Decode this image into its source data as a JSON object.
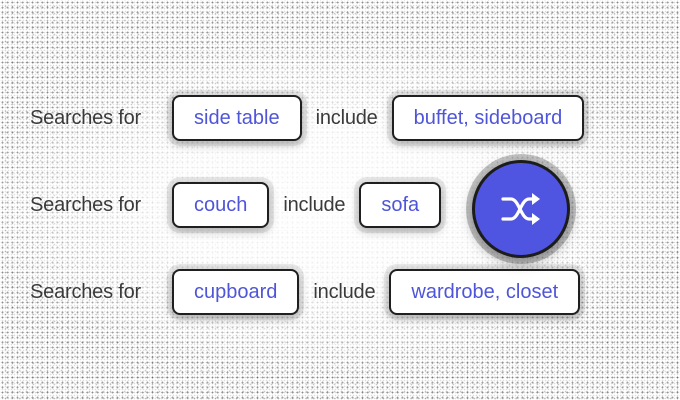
{
  "rows": [
    {
      "prefix": "Searches for",
      "query": "side table",
      "connector": "include",
      "result": "buffet, sideboard"
    },
    {
      "prefix": "Searches for",
      "query": "couch",
      "connector": "include",
      "result": "sofa"
    },
    {
      "prefix": "Searches for",
      "query": "cupboard",
      "connector": "include",
      "result": "wardrobe, closet"
    }
  ],
  "shuffle_button": {
    "icon": "shuffle-icon",
    "color": "#4f55e0"
  },
  "colors": {
    "chip_text": "#4f55d9",
    "label_text": "#3a3a3a",
    "chip_border": "#1f1f1f"
  }
}
